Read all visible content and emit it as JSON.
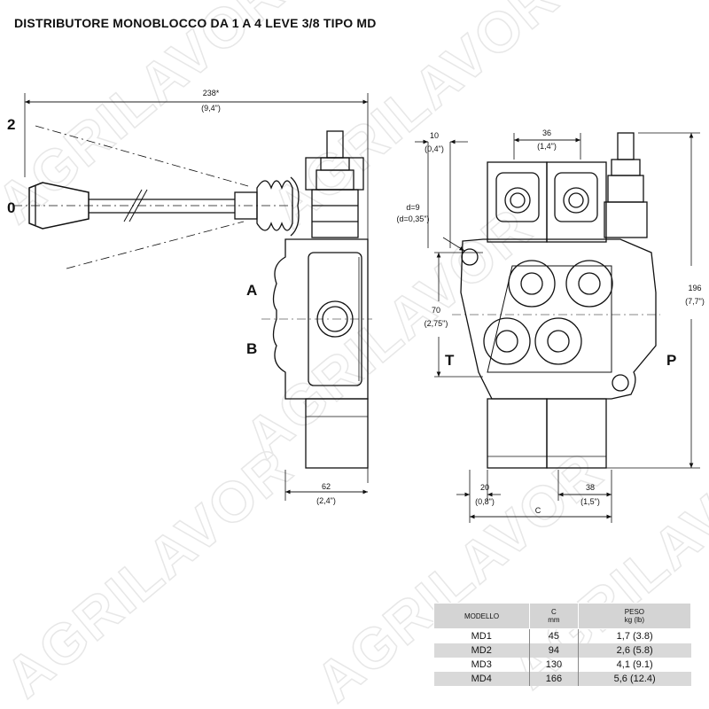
{
  "title": "DISTRIBUTORE MONOBLOCCO DA 1 A 4 LEVE 3/8 TIPO MD",
  "watermark": "AGRILAVOR",
  "side_view": {
    "dim_total": "238*",
    "dim_total_in": "(9,4\")",
    "pos_top": "2",
    "pos_neutral": "0",
    "port_a": "A",
    "port_b": "B",
    "dim_width": "62",
    "dim_width_in": "(2,4\")"
  },
  "front_view": {
    "dim_offset": "10",
    "dim_offset_in": "(0,4\")",
    "dim_pitch": "36",
    "dim_pitch_in": "(1,4\")",
    "dim_hole": "d=9",
    "dim_hole_in": "(d=0,35\")",
    "dim_ports": "70",
    "dim_ports_in": "(2,75\")",
    "dim_height": "196",
    "dim_height_in": "(7,7\")",
    "port_t": "T",
    "port_p": "P",
    "dim_left": "20",
    "dim_left_in": "(0,8\")",
    "dim_right": "38",
    "dim_right_in": "(1,5\")",
    "dim_c": "C"
  },
  "table": {
    "headers": {
      "model": "MODELLO",
      "c": "C",
      "c_unit": "mm",
      "weight": "PESO",
      "weight_unit": "kg (lb)"
    },
    "rows": [
      {
        "model": "MD1",
        "c": "45",
        "weight": "1,7 (3.8)"
      },
      {
        "model": "MD2",
        "c": "94",
        "weight": "2,6 (5.8)"
      },
      {
        "model": "MD3",
        "c": "130",
        "weight": "4,1 (9.1)"
      },
      {
        "model": "MD4",
        "c": "166",
        "weight": "5,6 (12.4)"
      }
    ]
  }
}
